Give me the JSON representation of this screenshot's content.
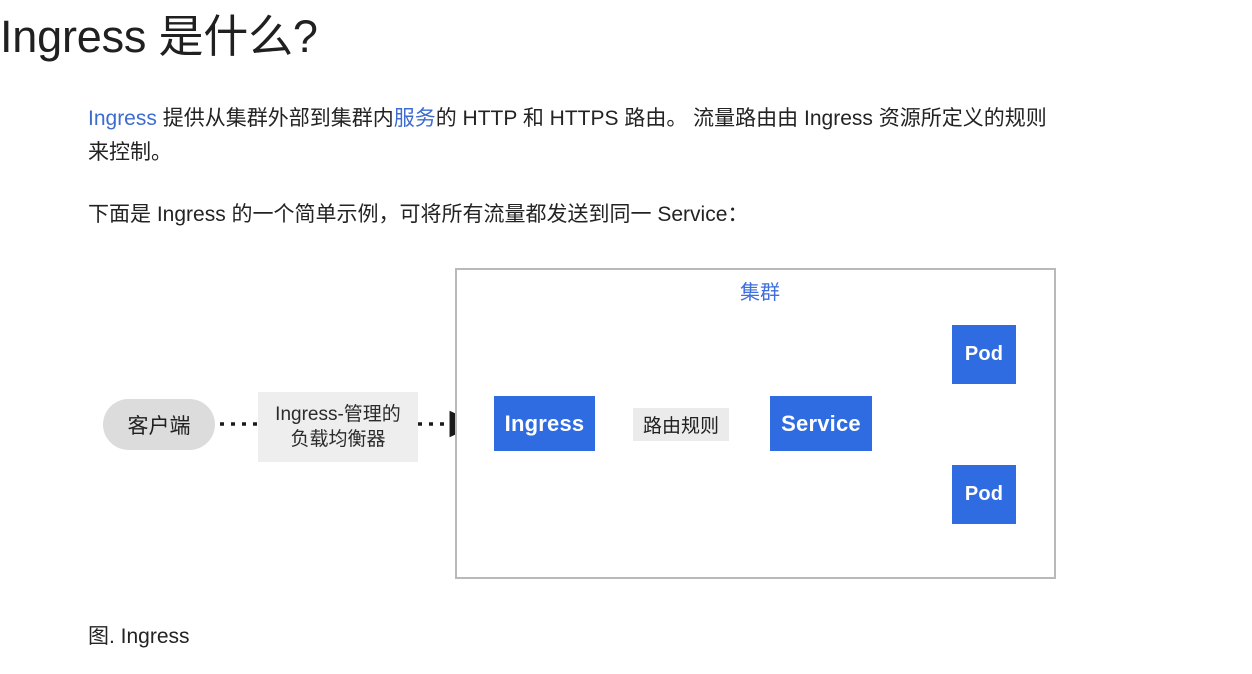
{
  "page": {
    "title": "Ingress 是什么?",
    "caption": "图. Ingress"
  },
  "paragraphs": {
    "intro": {
      "link_ingress": "Ingress",
      "mid_1": " 提供从集群外部到集群内",
      "link_service": "服务",
      "mid_2": "的 HTTP 和 HTTPS 路由。 流量路由由 Ingress 资源所定义的规则来控制。"
    },
    "example": "下面是 Ingress 的一个简单示例，可将所有流量都发送到同一 Service："
  },
  "diagram": {
    "cluster_label": "集群",
    "client_label": "客户端",
    "load_balancer_label_line1": "Ingress-管理的",
    "load_balancer_label_line2": "负载均衡器",
    "routing_rule_label": "路由规则",
    "ingress_label": "Ingress",
    "service_label": "Service",
    "pod_top_label": "Pod",
    "pod_bottom_label": "Pod"
  },
  "colors": {
    "k8s_blue": "#2f6ce2",
    "link_blue": "#3d6cd1",
    "cluster_label_blue": "#3f6fdb",
    "cluster_border": "#b9b9b9",
    "client_fill": "#dcdcdc",
    "label_fill": "#eeeeee",
    "arrow_black": "#1a1a1a",
    "page_background": "#ffffff"
  }
}
